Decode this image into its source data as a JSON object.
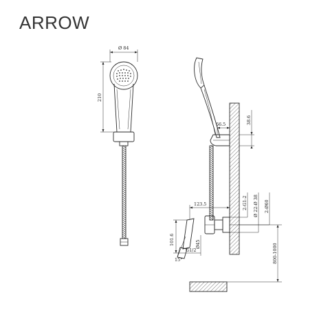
{
  "brand": "ARROW",
  "dimensions": {
    "head_diameter": "Ø 84",
    "total_height": "210",
    "wall_offset": "66.5",
    "slider_height": "38.6",
    "bracket_depth": "123.5",
    "thread_spec": "2-G1-2",
    "tube_diameter": "Ø 22-Ø 38",
    "flange_diameter": "2-Ø60",
    "bracket_height": "101.6",
    "inlet_diameter": "Ø45",
    "hose_thread": "G1/2",
    "angle": "15°",
    "rail_range": "800-1000"
  },
  "colors": {
    "line": "#2a2a2a",
    "hatch": "#555555"
  }
}
